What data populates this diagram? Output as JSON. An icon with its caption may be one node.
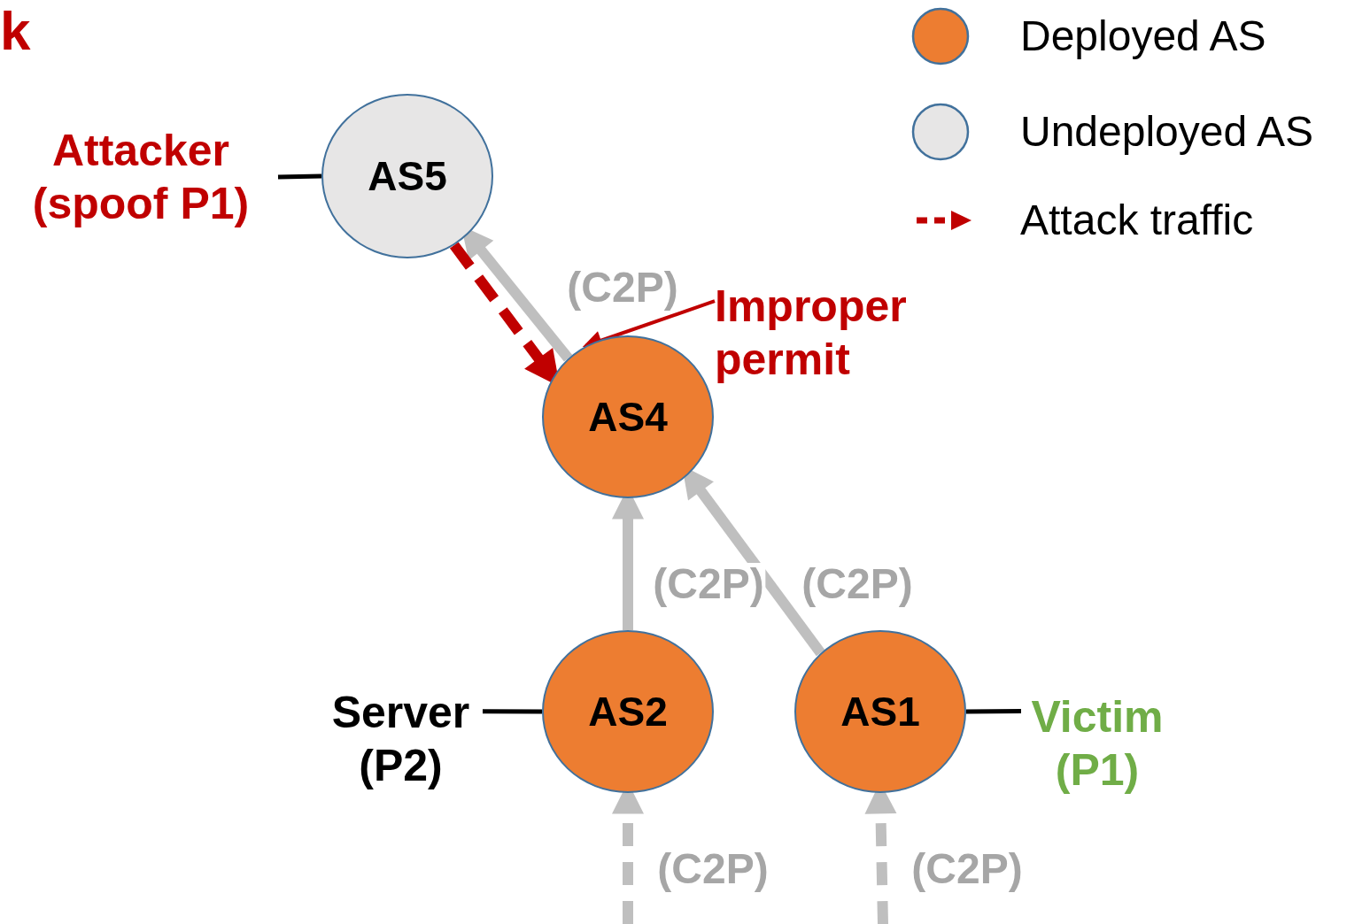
{
  "diagram": {
    "nodes": [
      {
        "text": [
          "AS5"
        ]
      },
      {
        "text": [
          "AS4"
        ]
      },
      {
        "text": [
          "AS2"
        ]
      },
      {
        "text": [
          "AS1"
        ]
      },
      {
        "text": [
          "Attacker (spoof P1)"
        ]
      },
      {
        "text": [
          "Improper permit"
        ]
      },
      {
        "text": [
          "Server (P2)"
        ]
      },
      {
        "text": [
          "Victim (P1)"
        ]
      }
    ],
    "edges": [
      {
        "from": 1,
        "to": 0,
        "arrow": "to",
        "label": "(C2P)"
      },
      {
        "from": 0,
        "to": 1,
        "arrow": "to",
        "style": "dashed",
        "color": "#c00000"
      },
      {
        "from": 2,
        "to": 1,
        "arrow": "to",
        "label": "(C2P)"
      },
      {
        "from": 3,
        "to": 1,
        "arrow": "to",
        "label": "(C2P)"
      },
      {
        "from": null,
        "to": 2,
        "arrow": "to",
        "style": "dashed",
        "label": "(C2P)"
      },
      {
        "from": null,
        "to": 3,
        "arrow": "to",
        "style": "dashed",
        "label": "(C2P)"
      },
      {
        "from": 4,
        "to": 0,
        "arrow": "none",
        "color": "#000000"
      },
      {
        "from": 5,
        "to": 1,
        "arrow": "to",
        "color": "#c00000"
      },
      {
        "from": 6,
        "to": 2,
        "arrow": "none",
        "color": "#000000"
      },
      {
        "from": 3,
        "to": 7,
        "arrow": "none",
        "color": "#000000"
      }
    ],
    "labels": [
      "k"
    ],
    "legend": [
      {
        "text": "Deployed AS",
        "color": "#ed7d31"
      },
      {
        "text": "Undeployed AS",
        "color": "#e7e6e6"
      },
      {
        "text": "Attack traffic"
      }
    ]
  }
}
